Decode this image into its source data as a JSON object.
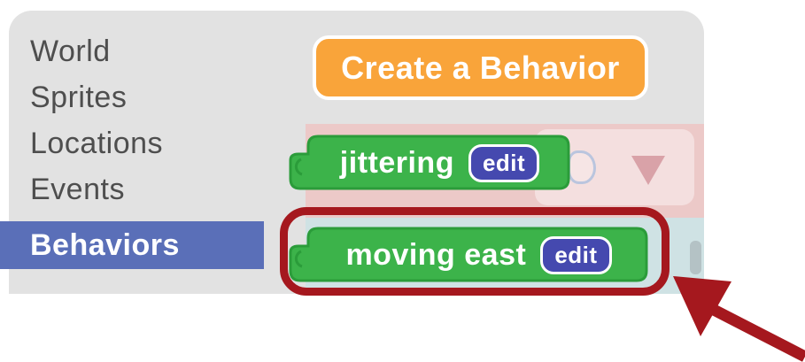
{
  "sidebar": {
    "items": [
      {
        "label": "World",
        "active": false
      },
      {
        "label": "Sprites",
        "active": false
      },
      {
        "label": "Locations",
        "active": false
      },
      {
        "label": "Events",
        "active": false
      },
      {
        "label": "Behaviors",
        "active": true
      }
    ]
  },
  "toolbar": {
    "create_behavior_label": "Create a Behavior"
  },
  "behavior_blocks": [
    {
      "name": "jittering",
      "edit_label": "edit"
    },
    {
      "name": "moving east",
      "edit_label": "edit"
    }
  ],
  "annotation": {
    "type": "circle-and-arrow",
    "highlighted_block": "moving east",
    "color": "#a5181e"
  },
  "icons": {
    "dropdown_arrow": "triangle-down"
  },
  "colors": {
    "panel_bg": "#e2e2e2",
    "sidebar_text": "#4e4e4e",
    "active_item_bg": "#5a6fb8",
    "create_button_bg": "#f9a43a",
    "block_green": "#3cb34a",
    "block_green_border": "#2b9c3a",
    "edit_badge_bg": "#4549af",
    "overlay_pink": "#ecc9c8",
    "row_highlight_cyan": "#cfe2e4",
    "annotation_red": "#a5181e"
  }
}
